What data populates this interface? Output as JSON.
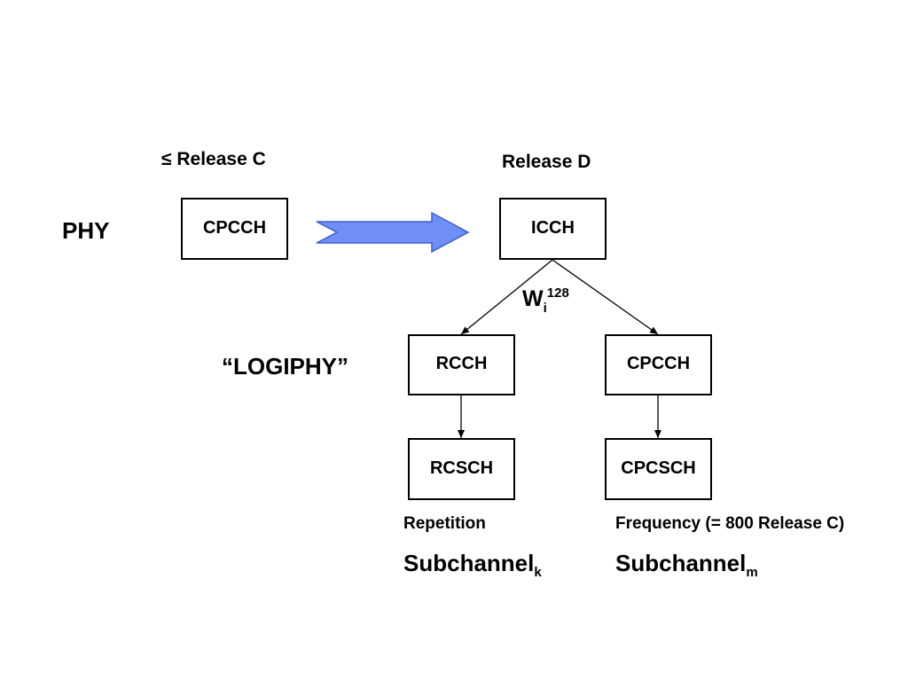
{
  "headers": {
    "left": "≤ Release C",
    "right": "Release D"
  },
  "side_labels": {
    "phy": "PHY",
    "logiphy": "“LOGIPHY”"
  },
  "boxes": {
    "cpcch_old": "CPCCH",
    "icch": "ICCH",
    "rcch": "RCCH",
    "cpcch_new": "CPCCH",
    "rcsch": "RCSCH",
    "cpcsch": "CPCSCH"
  },
  "spreading_code": {
    "base": "W",
    "subscript": "i",
    "superscript": "128"
  },
  "notes": {
    "left": "Repetition",
    "right": "Frequency (= 800 Release C)"
  },
  "subchannels": {
    "left": {
      "base": "Subchannel",
      "subscript": "k"
    },
    "right": {
      "base": "Subchannel",
      "subscript": "m"
    }
  },
  "colors": {
    "big_arrow_fill": "#6f8ff7",
    "big_arrow_stroke": "#4060c8",
    "line": "#000000"
  },
  "icons": {
    "transition_arrow": "right-block-arrow-icon"
  }
}
